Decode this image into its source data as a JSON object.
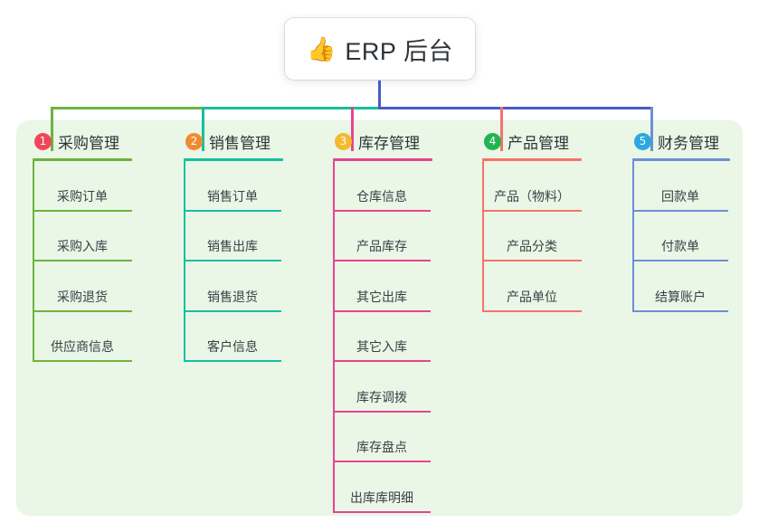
{
  "diagram": {
    "type": "org-tree",
    "title": {
      "emoji": "👍",
      "emoji_name": "thumbs-up-icon",
      "text": "ERP 后台"
    },
    "colors": {
      "page_background": "#ffffff",
      "panel_background": "#eaf6e6",
      "trunk": "#4a5bc4",
      "bus_left": "#6cb33f",
      "bus_middle": "#15bfa0",
      "bus_right": "#4a5bc4"
    },
    "columns": [
      {
        "number": "1",
        "title": "采购管理",
        "badge_color": "#f0465a",
        "line_color": "#6cb33f",
        "items": [
          "采购订单",
          "采购入库",
          "采购退货",
          "供应商信息"
        ]
      },
      {
        "number": "2",
        "title": "销售管理",
        "badge_color": "#f08a32",
        "line_color": "#15bfa0",
        "items": [
          "销售订单",
          "销售出库",
          "销售退货",
          "客户信息"
        ]
      },
      {
        "number": "3",
        "title": "库存管理",
        "badge_color": "#f5b92e",
        "line_color": "#e8438f",
        "items": [
          "仓库信息",
          "产品库存",
          "其它出库",
          "其它入库",
          "库存调拨",
          "库存盘点",
          "出库库明细"
        ]
      },
      {
        "number": "4",
        "title": "产品管理",
        "badge_color": "#22b44f",
        "line_color": "#f4736b",
        "items": [
          "产品（物料）",
          "产品分类",
          "产品单位"
        ]
      },
      {
        "number": "5",
        "title": "财务管理",
        "badge_color": "#2aa8e0",
        "line_color": "#6f8ed6",
        "items": [
          "回款单",
          "付款单",
          "结算账户"
        ]
      }
    ]
  }
}
